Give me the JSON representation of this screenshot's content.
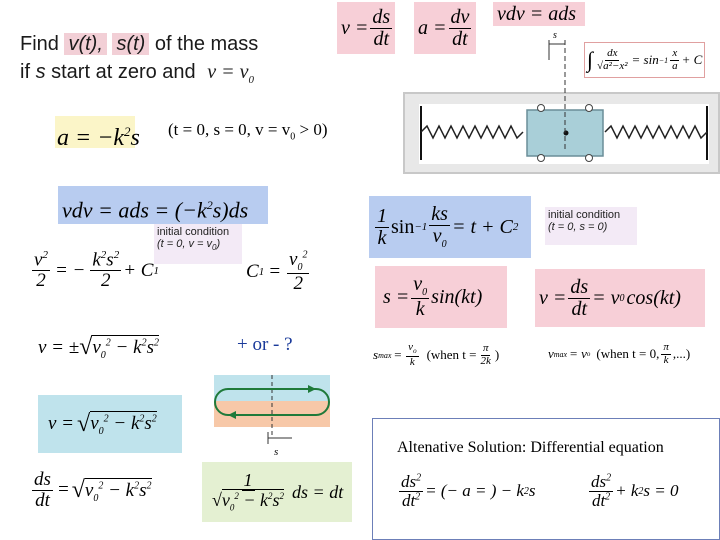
{
  "header": {
    "line1_prefix": "Find",
    "vt": "v(t),",
    "st": "s(t)",
    "line1_suffix": "of the mass",
    "line2_prefix": "if",
    "line2_s": "s",
    "line2_suffix": "start at zero and",
    "cond_v": "v = v",
    "cond_v_sub": "0"
  },
  "top_formulas": {
    "v_lhs": "v =",
    "v_num": "ds",
    "v_den": "dt",
    "a_lhs": "a =",
    "a_num": "dv",
    "a_den": "dt",
    "vdv": "vdv = ads"
  },
  "integral_hint": {
    "int": "∫",
    "num": "dx",
    "den_a": "a",
    "den_x": "x",
    "eq": "= sin",
    "sup": "−1",
    "frac_num": "x",
    "frac_den": "a",
    "tail": "+ C",
    "left_var": "s"
  },
  "left": {
    "accel": "a = −k",
    "accel_sq": "2",
    "accel_s": "s",
    "cond": "(t = 0, s = 0, v = v",
    "cond_sub": "0",
    "cond_end": " > 0)",
    "vdv_line": "vdv = ads = (−k",
    "vdv_sq": "2",
    "vdv_end": "s)ds",
    "init_title": "initial condition",
    "init_cond": "(t = 0, v = v",
    "init_sub": "0",
    "init_end": ")",
    "eq1_v2": "v",
    "eq1_k2s2": "k",
    "eq1_plus": "+ C",
    "eq1_sub": "1",
    "two": "2",
    "c1_lhs": "C",
    "c1_sub": "1",
    "c1_eq": "=",
    "c1_num": "v",
    "vpm": "v = ±",
    "vpm_tail": "v",
    "or_q": "+ or -  ?",
    "v_pos": "v =",
    "sep_expr": "ds",
    "sep_dt": "dt",
    "dsdt": "= ",
    "int1": "1",
    "ds_eq_dt": "ds = dt"
  },
  "right": {
    "arcsin_lhs": "1",
    "arcsin_k": "k",
    "arcsin_sin": "sin",
    "arcsin_sup": "−1",
    "arcsin_num": "ks",
    "arcsin_den": "v",
    "arcsin_sub": "0",
    "arcsin_rhs": "= t + C",
    "arcsin_rhs_sub": "2",
    "init2_title": "initial condition",
    "init2_cond": "(t = 0, s = 0)",
    "s_lhs": "s =",
    "s_num": "v",
    "s_num_sub": "0",
    "s_den": "k",
    "s_tail": "sin(kt)",
    "v_lhs": "v =",
    "v_num": "ds",
    "v_den": "dt",
    "v_rhs": "= v",
    "v_rhs_sub": "0",
    "v_tail": "cos(kt)",
    "smax": "s",
    "smax_sub": "max",
    "smax_num": "v",
    "smax_den": "k",
    "smax_when": "(when t =",
    "smax_pi": "π",
    "smax_2k": "2k",
    "smax_close": ")",
    "vmax": "v",
    "vmax_sub": "max",
    "vmax_eq": "= v",
    "vmax_when": "(when t = 0,",
    "vmax_pi": "π",
    "vmax_k": "k",
    "vmax_close": ",...)"
  },
  "diagram": {
    "s_label": "s"
  },
  "alt": {
    "title": "Altenative Solution: Differential equation",
    "eq1_num": "ds",
    "eq1_sup": "2",
    "eq1_den": "dt",
    "eq1_rhs": "= (− a = ) − k",
    "eq1_rhs_sup": "2",
    "eq1_s": "s",
    "eq2_rhs": "+ k",
    "eq2_sup": "2",
    "eq2_s": "s = 0"
  },
  "colors": {
    "pink": "#f7cfd7",
    "blue": "#b8ccf0",
    "cyan": "#bfe3ec",
    "spring_gray": "#d9d9d9",
    "arrow_green": "#1f7a3a"
  }
}
